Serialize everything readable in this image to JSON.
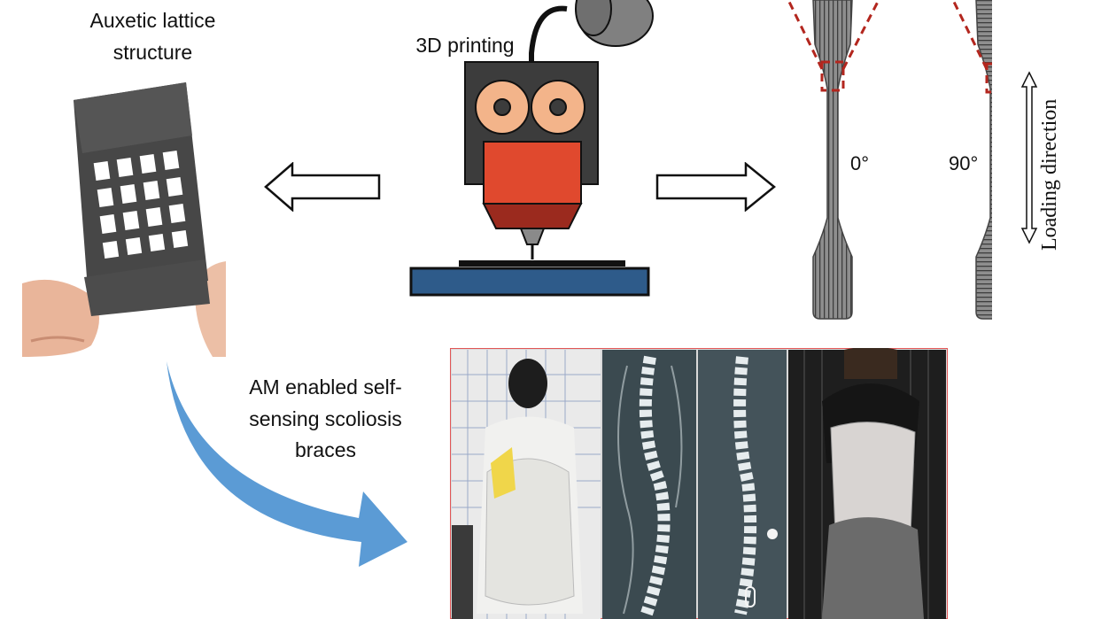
{
  "captions": {
    "auxetic_line1": "Auxetic lattice",
    "auxetic_line2": "structure",
    "printing": "3D printing",
    "am_line1": "AM enabled self-",
    "am_line2": "sensing scoliosis",
    "am_line3": "braces"
  },
  "specimens": {
    "angle_0": "0°",
    "angle_90": "90°",
    "loading_direction": "Loading direction"
  },
  "photos": {
    "lattice": "auxetic lattice photo",
    "brace_panel": "scoliosis brace photos and x-rays"
  },
  "colors": {
    "printer_body": "#3c3c3c",
    "spool": "#f3b48a",
    "nozzle_block": "#e0492e",
    "nozzle_lower": "#9b2a1e",
    "bed": "#2e5b8a",
    "specimen_fill": "#8a8a8a",
    "crop_lines": "#b3261e",
    "big_arrow": "#5b9bd5",
    "photo_border": "#e15656"
  },
  "icons": [
    "printer-icon",
    "left-arrow-icon",
    "right-arrow-icon",
    "curved-arrow-icon",
    "double-arrow-icon"
  ]
}
